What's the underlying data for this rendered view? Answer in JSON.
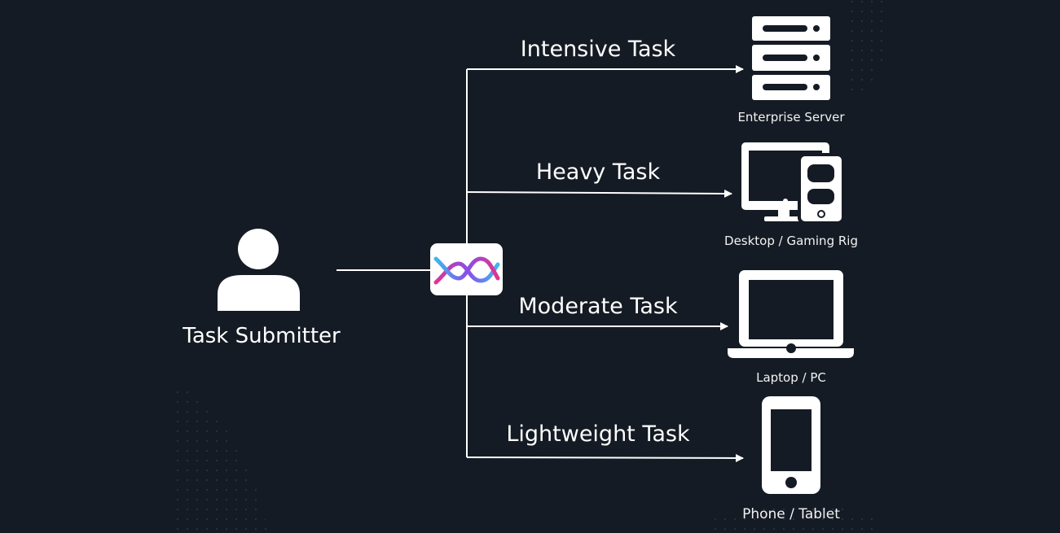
{
  "submitter": {
    "label": "Task Submitter",
    "icon": "person-icon"
  },
  "router": {
    "icon": "network-logo-icon",
    "colors": [
      "#3fb6f0",
      "#8a4de8",
      "#e0358f"
    ]
  },
  "tasks": [
    {
      "label": "Intensive Task",
      "device": "Enterprise Server",
      "icon": "server-icon"
    },
    {
      "label": "Heavy Task",
      "device": "Desktop / Gaming Rig",
      "icon": "desktop-icon"
    },
    {
      "label": "Moderate Task",
      "device": "Laptop / PC",
      "icon": "laptop-icon"
    },
    {
      "label": "Lightweight Task",
      "device": "Phone / Tablet",
      "icon": "phone-icon"
    }
  ],
  "colors": {
    "background": "#151b24",
    "foreground": "#ffffff"
  }
}
